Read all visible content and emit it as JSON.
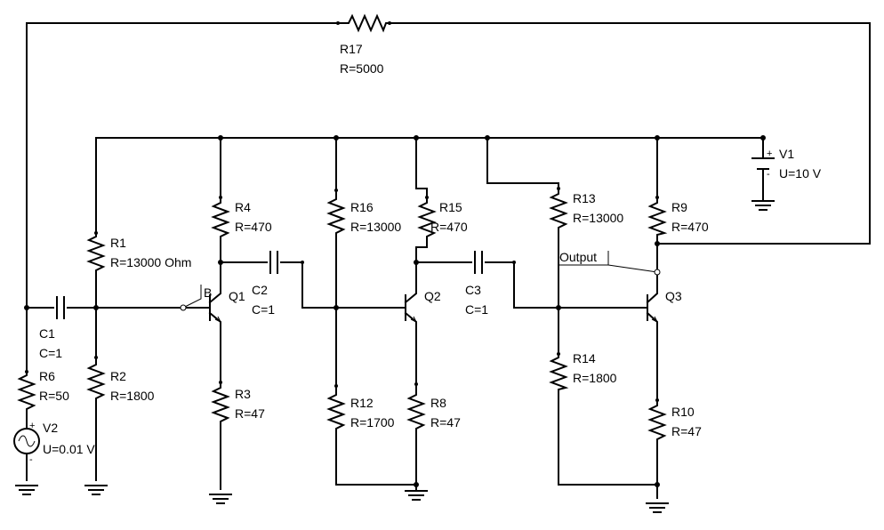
{
  "components": {
    "R17": {
      "name": "R17",
      "value": "R=5000"
    },
    "R1": {
      "name": "R1",
      "value": "R=13000 Ohm"
    },
    "R2": {
      "name": "R2",
      "value": "R=1800"
    },
    "R3": {
      "name": "R3",
      "value": "R=47"
    },
    "R4": {
      "name": "R4",
      "value": "R=470"
    },
    "R6": {
      "name": "R6",
      "value": "R=50"
    },
    "R8": {
      "name": "R8",
      "value": "R=47"
    },
    "R9": {
      "name": "R9",
      "value": "R=470"
    },
    "R10": {
      "name": "R10",
      "value": "R=47"
    },
    "R12": {
      "name": "R12",
      "value": "R=1700"
    },
    "R13": {
      "name": "R13",
      "value": "R=13000"
    },
    "R14": {
      "name": "R14",
      "value": "R=1800"
    },
    "R15": {
      "name": "R15",
      "value": "R=470"
    },
    "R16": {
      "name": "R16",
      "value": "R=13000"
    },
    "C1": {
      "name": "C1",
      "value": "C=1"
    },
    "C2": {
      "name": "C2",
      "value": "C=1"
    },
    "C3": {
      "name": "C3",
      "value": "C=1"
    },
    "V1": {
      "name": "V1",
      "value": "U=10 V"
    },
    "V2": {
      "name": "V2",
      "value": "U=0.01 V"
    },
    "Q1": {
      "name": "Q1"
    },
    "Q2": {
      "name": "Q2"
    },
    "Q3": {
      "name": "Q3"
    }
  },
  "probes": {
    "B": "B",
    "Output": "Output"
  },
  "polarity": {
    "plus": "+",
    "minus": "-"
  }
}
